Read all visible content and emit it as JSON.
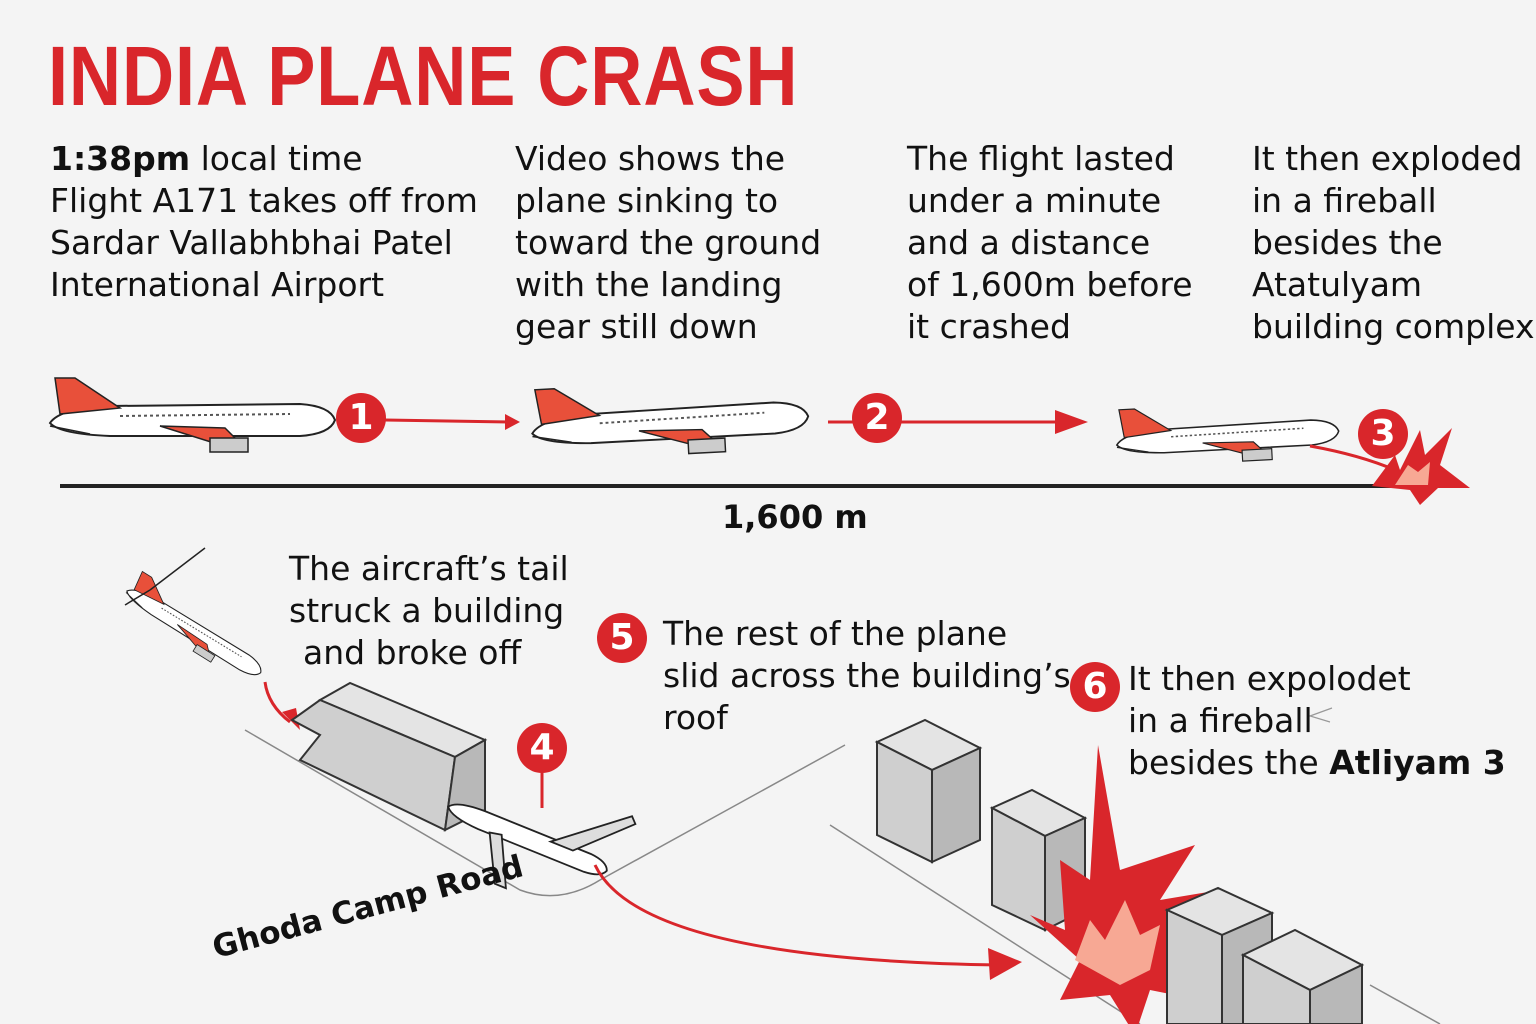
{
  "title": "INDIA PLANE CRASH",
  "top_steps": [
    {
      "lines": [
        "local time",
        "Flight A171 takes off from",
        "Sardar Vallabhbhai Patel",
        "International Airport"
      ],
      "time": "1:38pm"
    },
    {
      "lines": [
        "Video shows the",
        "plane sinking to",
        "toward the ground",
        "with the landing",
        "gear still down"
      ]
    },
    {
      "lines": [
        "The flight lasted",
        "under a minute",
        "and a distance",
        "of 1,600m before",
        "it crashed"
      ]
    },
    {
      "lines": [
        "It then exploded",
        "in a fireball",
        "besides the",
        "Atatulyam",
        "building complex"
      ]
    }
  ],
  "markers": [
    "1",
    "2",
    "3",
    "4",
    "5",
    "6"
  ],
  "distance_label": "1,600 m",
  "tail_text": [
    "The aircraft’s tail",
    "struck a building",
    "and broke off"
  ],
  "step5_text": [
    "The rest of the plane",
    "slid across the building’s",
    "roof"
  ],
  "step6_text": {
    "line1": "It then expolodet",
    "line2": "in a fireball",
    "line3_prefix": "besides the ",
    "line3_bold": "Atliyam 3"
  },
  "road_label": "Ghoda Camp Road",
  "colors": {
    "accent": "#d9262b",
    "building": "#cfcfcf",
    "fire_light": "#f7a894"
  }
}
